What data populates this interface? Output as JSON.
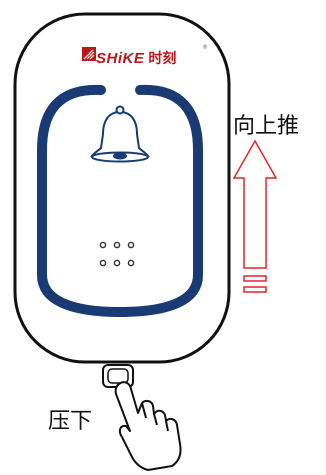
{
  "brand": {
    "name": "SHiKE",
    "name_cn": "时刻",
    "registered_mark": "®",
    "logo_icon": "shike-logo-icon",
    "color": "#c0161b"
  },
  "device": {
    "ring_color": "#1a3a73",
    "bell_icon": "bell-icon",
    "speaker_icon": "speaker-holes-icon"
  },
  "instructions": {
    "push_up": "向上推",
    "press_down": "压下",
    "arrow_color": "#e0262a"
  }
}
